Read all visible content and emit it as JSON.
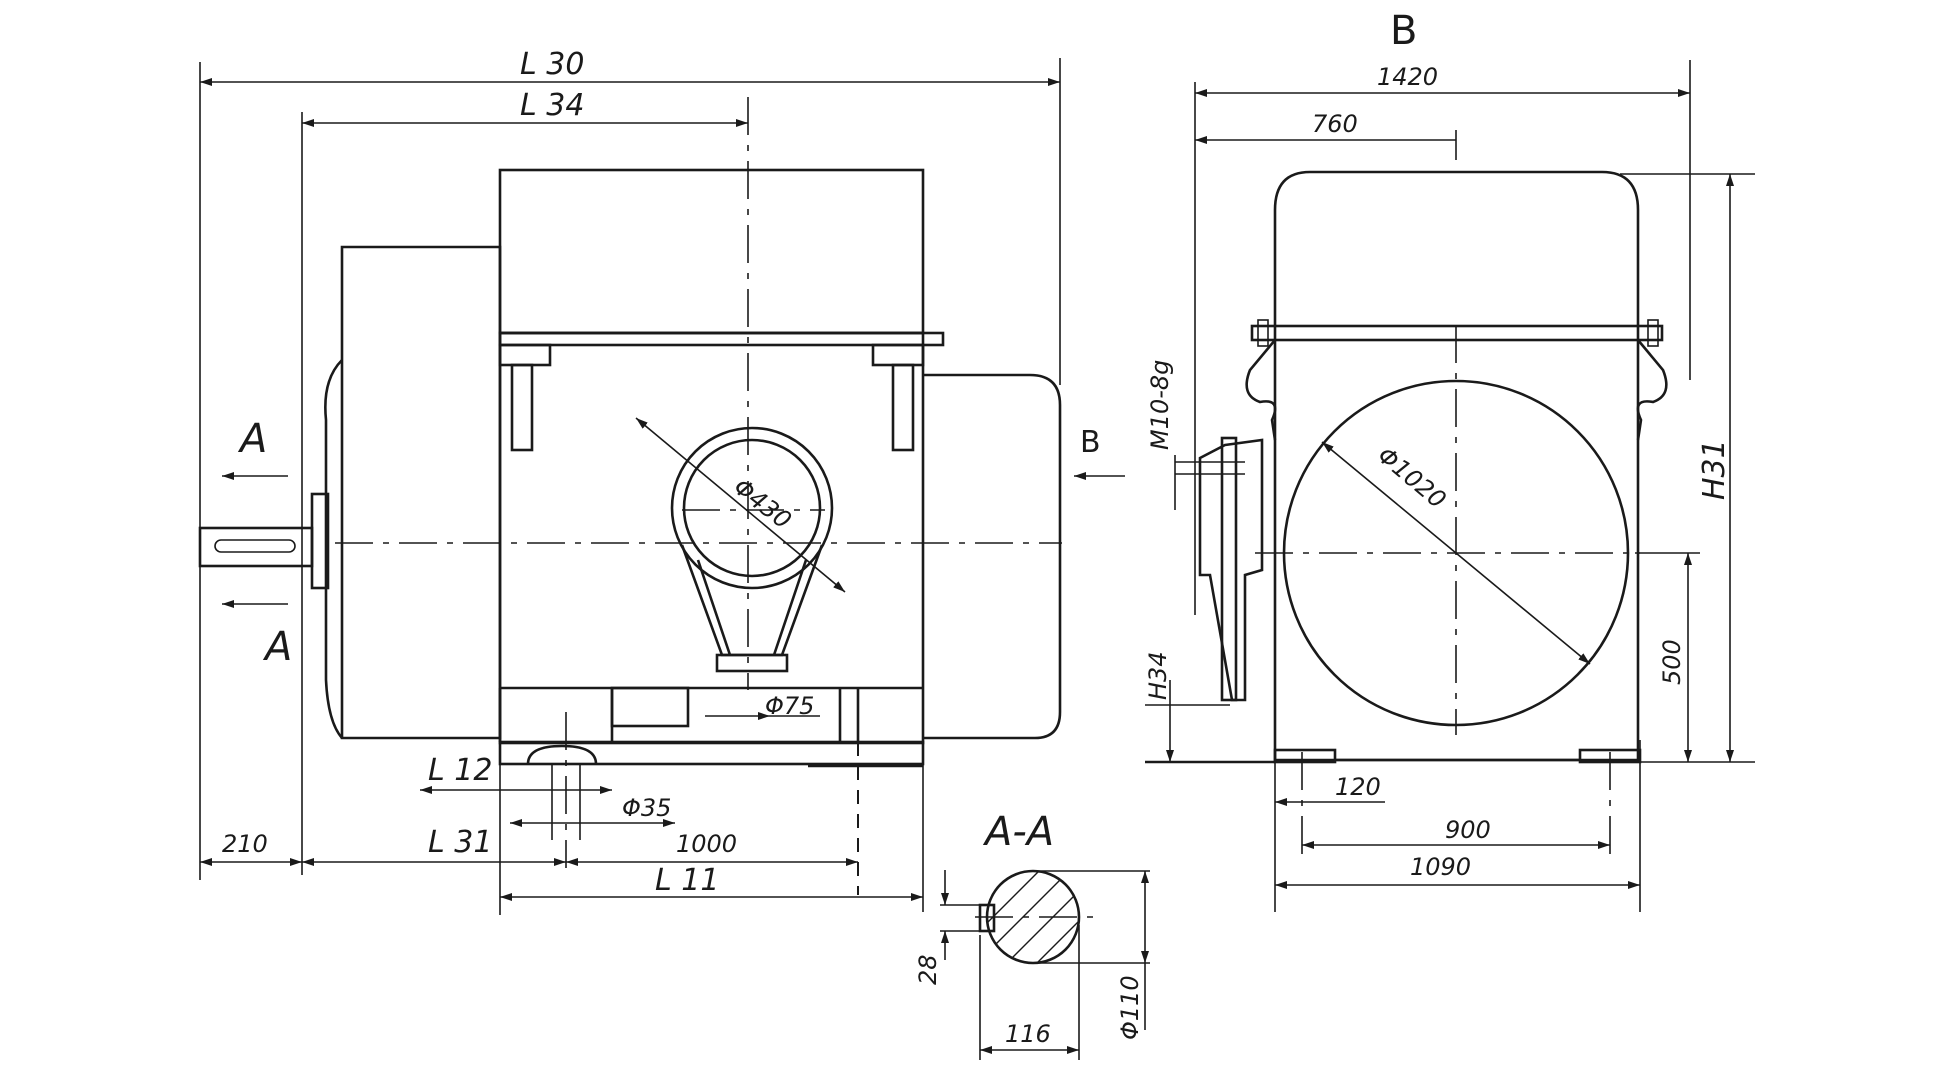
{
  "views": {
    "side_view": {
      "section_marker": "A",
      "view_arrow": "B",
      "dims": {
        "overall_length": "L 30",
        "length_to_center": "L 34",
        "shaft_end": "210",
        "shaft_to_foot_hole": "L 31",
        "foot_hole_spacing": "1000",
        "frame_length": "L 11",
        "foot_hole_offset": "L 12",
        "foot_hole_diameter": "Φ35",
        "terminal_box_diameter": "Φ430",
        "cable_entry_diameter": "Φ75"
      }
    },
    "end_view": {
      "title": "B",
      "dims": {
        "overall_width": "1420",
        "half_width": "760",
        "body_diameter": "Φ1020",
        "overall_height": "H31",
        "shaft_height": "500",
        "foot_height": "H34",
        "grounding_bolt": "M10-8g",
        "foot_width": "120",
        "foot_hole_distance": "900",
        "base_width": "1090"
      }
    },
    "section_view": {
      "title": "A-A",
      "dims": {
        "key_depth": "28",
        "key_width": "116",
        "shaft_diameter": "Φ110"
      }
    }
  }
}
